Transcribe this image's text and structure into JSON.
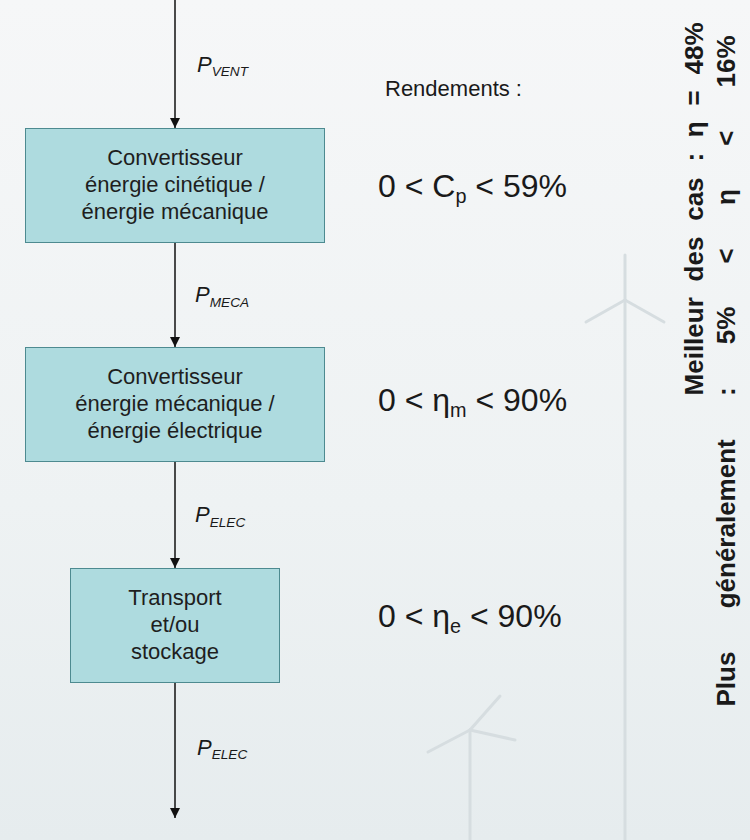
{
  "diagram": {
    "nodes": [
      {
        "text": [
          "Convertisseur énergie cinétique / énergie mécanique"
        ]
      },
      {
        "text": [
          "Convertisseur énergie mécanique / énergie électrique"
        ]
      },
      {
        "text": [
          "Transport et/ou stockage"
        ]
      }
    ],
    "edges": [
      {
        "from": 0,
        "to": 1,
        "arrow": "to",
        "label": "PMECA"
      },
      {
        "from": 1,
        "to": 2,
        "arrow": "to",
        "label": "PELEC"
      }
    ],
    "labels": [
      "PVENT",
      "Rendements :",
      "0 < Cp < 59%",
      "0 < ηm < 90%",
      "0 < ηe < 90%",
      "Meilleur des cas : η = 48%",
      "Plus généralement : 5% < η < 16%",
      "PELEC"
    ]
  }
}
